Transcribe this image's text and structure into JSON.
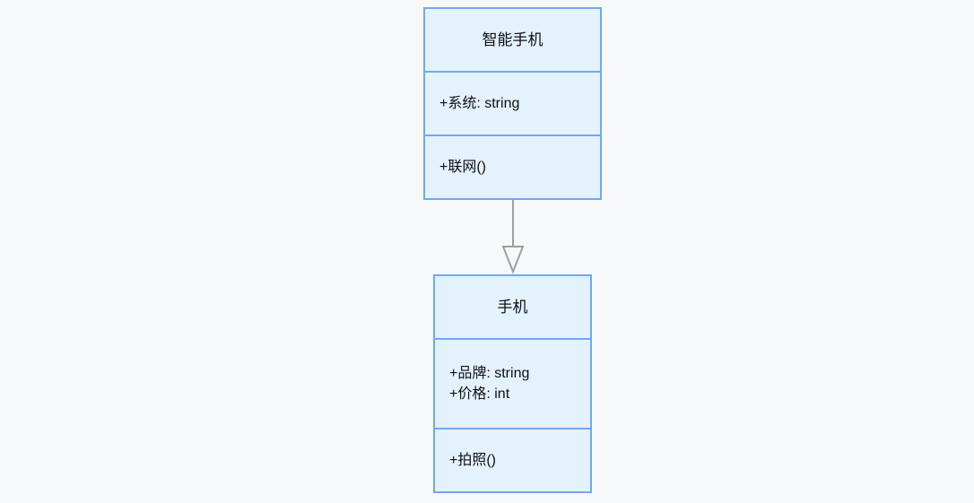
{
  "diagram": {
    "type": "uml-class-diagram",
    "background_color": "#f7f8fa",
    "classes": [
      {
        "id": "smartphone",
        "name": "智能手机",
        "attributes": [
          "+系统: string"
        ],
        "methods": [
          "+联网()"
        ],
        "fill_color": "#e4f2fd",
        "border_color": "#6fa8f5"
      },
      {
        "id": "phone",
        "name": "手机",
        "attributes": [
          "+品牌: string",
          "+价格: int"
        ],
        "methods": [
          "+拍照()"
        ],
        "fill_color": "#e4f2fd",
        "border_color": "#6fa8f5"
      }
    ],
    "relationships": [
      {
        "id": "generalization-1",
        "kind": "generalization",
        "from": "智能手机",
        "to": "手机",
        "arrow": "hollow-triangle",
        "line_color": "#9aa0a6"
      }
    ]
  }
}
